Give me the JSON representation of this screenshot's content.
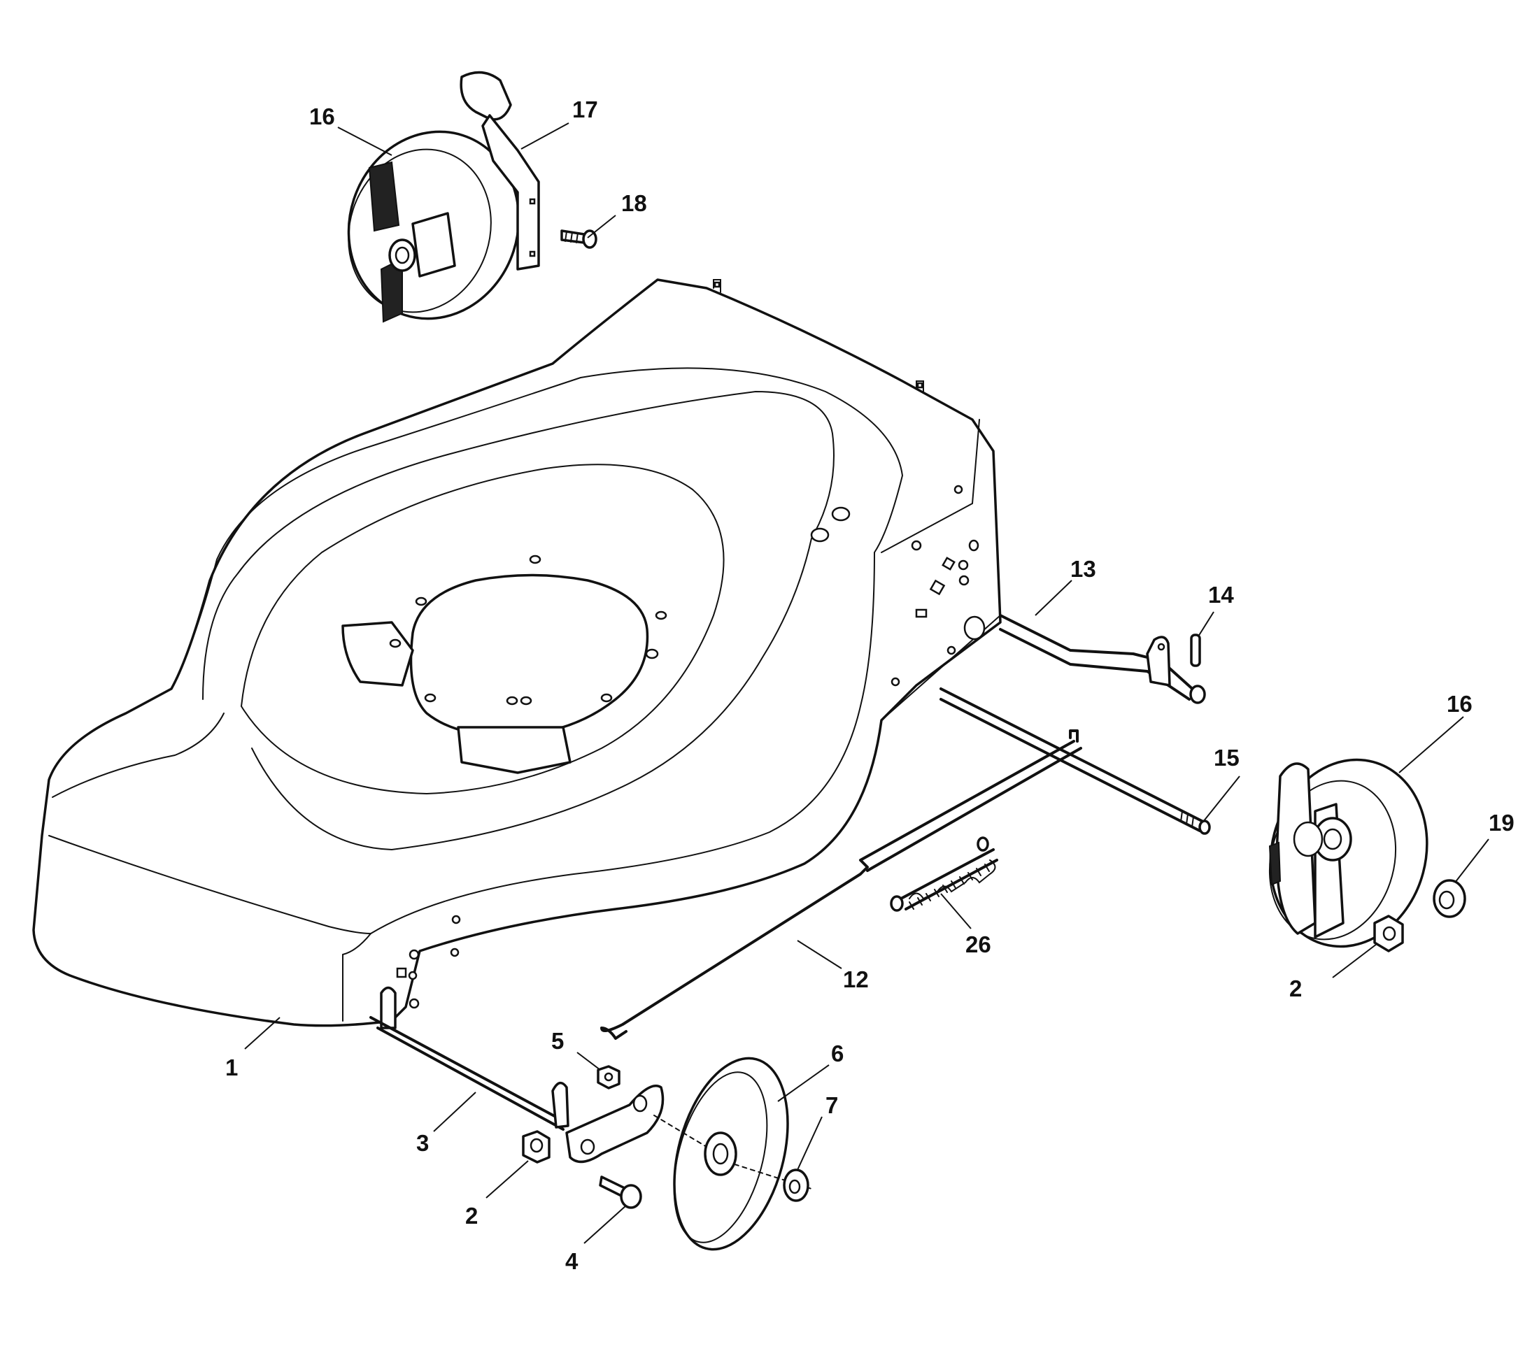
{
  "callouts": [
    {
      "id": "c-16-top",
      "label": "16"
    },
    {
      "id": "c-17",
      "label": "17"
    },
    {
      "id": "c-18",
      "label": "18"
    },
    {
      "id": "c-13",
      "label": "13"
    },
    {
      "id": "c-14",
      "label": "14"
    },
    {
      "id": "c-16-right",
      "label": "16"
    },
    {
      "id": "c-15",
      "label": "15"
    },
    {
      "id": "c-19",
      "label": "19"
    },
    {
      "id": "c-26",
      "label": "26"
    },
    {
      "id": "c-12",
      "label": "12"
    },
    {
      "id": "c-2-right",
      "label": "2"
    },
    {
      "id": "c-1",
      "label": "1"
    },
    {
      "id": "c-5",
      "label": "5"
    },
    {
      "id": "c-6",
      "label": "6"
    },
    {
      "id": "c-7",
      "label": "7"
    },
    {
      "id": "c-3",
      "label": "3"
    },
    {
      "id": "c-2-left",
      "label": "2"
    },
    {
      "id": "c-4",
      "label": "4"
    }
  ]
}
